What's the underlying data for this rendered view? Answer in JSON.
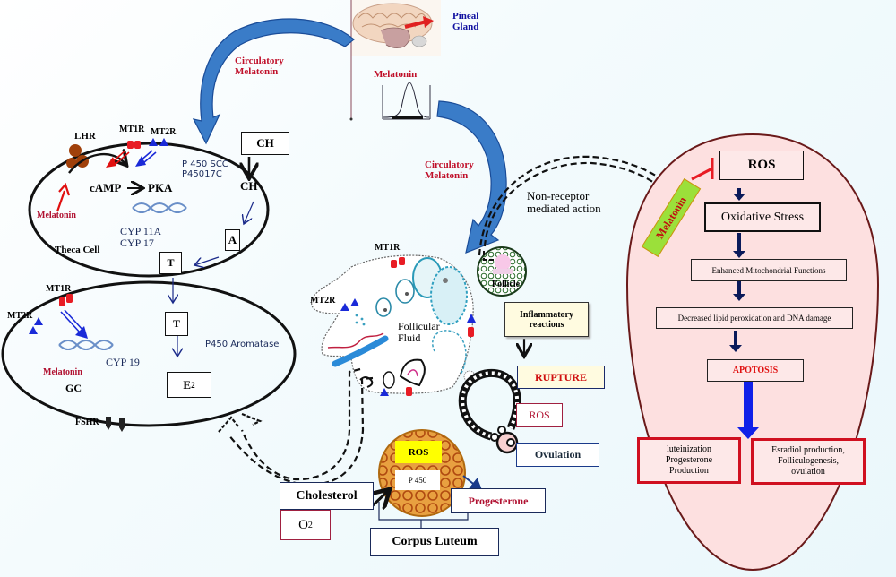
{
  "pineal": {
    "label_line1": "Pineal",
    "label_line2": "Gland",
    "melatonin": "Melatonin"
  },
  "circulatory_left": {
    "line1": "Circulatory",
    "line2": "Melatonin"
  },
  "circulatory_right": {
    "line1": "Circulatory",
    "line2": "Melatonin"
  },
  "theca": {
    "lhr": "LHR",
    "mt1r": "MT1R",
    "mt2r": "MT2R",
    "camp": "cAMP",
    "pka": "PKA",
    "p450scc": "P 450 SCC",
    "p45017c": "P45017C",
    "cyp11a": "CYP  11A",
    "cyp17": "CYP  17",
    "melatonin": "Melatonin",
    "cell_label": "Theca  Cell",
    "ch_box": "CH",
    "ch": "CH",
    "a_box": "A",
    "t_box": "T"
  },
  "granulosa": {
    "mt1r": "MT1R",
    "mt2r": "MT2R",
    "cyp19": "CYP  19",
    "melatonin": "Melatonin",
    "gc": "GC",
    "fshr": "FSHR",
    "t_box": "T",
    "e2_main": "E",
    "e2_sub": "2",
    "aromatase": "P450 Aromatase"
  },
  "ovary": {
    "mt1r": "MT1R",
    "mt2r": "MT2R",
    "fluid_line1": "Follicular",
    "fluid_line2": "Fluid",
    "follicle": "Follicle"
  },
  "non_receptor": {
    "line1": "Non-receptor",
    "line2": "mediated  action"
  },
  "events": {
    "inflammatory_line1": "Inflammatory",
    "inflammatory_line2": "reactions",
    "rupture": "RUPTURE",
    "ros": "ROS",
    "ovulation": "Ovulation"
  },
  "corpus_luteum": {
    "ros": "ROS",
    "p450": "P 450",
    "cholesterol": "Cholesterol",
    "o2_main": "O",
    "o2_sub": "2",
    "progesterone": "Progesterone",
    "label": "Corpus  Luteum"
  },
  "pathway": {
    "melatonin": "Melatonin",
    "ros": "ROS",
    "oxidative_stress": "Oxidative   Stress",
    "mitochondrial": "Enhanced Mitochondrial Functions",
    "lipid": "Decreased lipid peroxidation and  DNA damage",
    "apoptosis": "APOTOSIS",
    "outcome_left": [
      "luteinization",
      "Progesterone",
      "Production"
    ],
    "outcome_right": [
      "Esradiol  production,",
      "Folliculogenesis,",
      "ovulation"
    ]
  },
  "colors": {
    "blue_arrow": "#2f6fbf",
    "red_text": "#c0102a",
    "pink_panel": "#fde0e0",
    "melatonin_green": "#9be03a",
    "ros_yellow": "#ffff00",
    "inflam_bg": "#fffbe0"
  }
}
